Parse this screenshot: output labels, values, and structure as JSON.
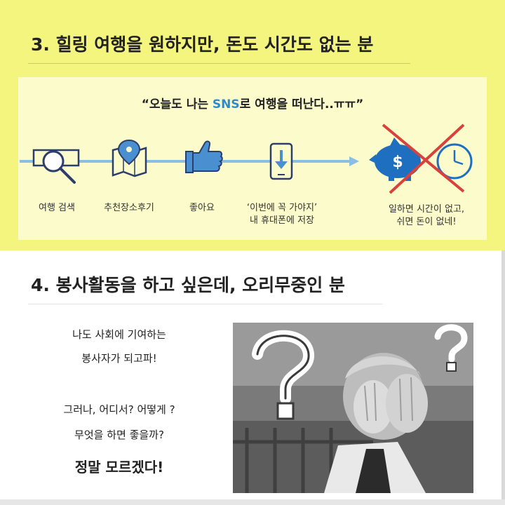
{
  "section3": {
    "heading": "3. 힐링 여행을 원하지만, 돈도 시간도 없는 분",
    "quote_prefix": "“오늘도 나는 ",
    "quote_highlight": "SNS",
    "quote_suffix": "로 여행을 떠난다..ㅠㅠ”",
    "steps": [
      {
        "label": "여행 검색",
        "icon": "magnifier-icon"
      },
      {
        "label": "추천장소후기",
        "icon": "map-pin-icon"
      },
      {
        "label": "좋아요",
        "icon": "thumbs-up-icon"
      },
      {
        "label_line1": "‘이번에 꼭 가야지’",
        "label_line2": "내 휴대폰에 저장",
        "icon": "phone-download-icon"
      }
    ],
    "result": {
      "label_line1": "일하면 시간이 없고,",
      "label_line2": "쉬면 돈이 없네!",
      "icons": [
        "piggy-bank-dollar-icon",
        "clock-icon",
        "red-cross-icon"
      ]
    }
  },
  "section4": {
    "heading": "4. 봉사활동을 하고 싶은데, 오리무중인 분",
    "lines": [
      "나도 사회에 기여하는",
      "봉사자가 되고파!",
      "그러나, 어디서? 어떻게 ?",
      "무엇을 하면 좋을까?"
    ],
    "emphasis": "정말 모르겠다!",
    "photo": {
      "description_icon": "child-covering-face-with-question-marks"
    }
  },
  "colors": {
    "highlight": "#f3f57e",
    "panel": "#fbfbcb",
    "accent_blue": "#2a8ad6",
    "line_blue": "#8cbde3",
    "cross_red": "#d9413c"
  }
}
